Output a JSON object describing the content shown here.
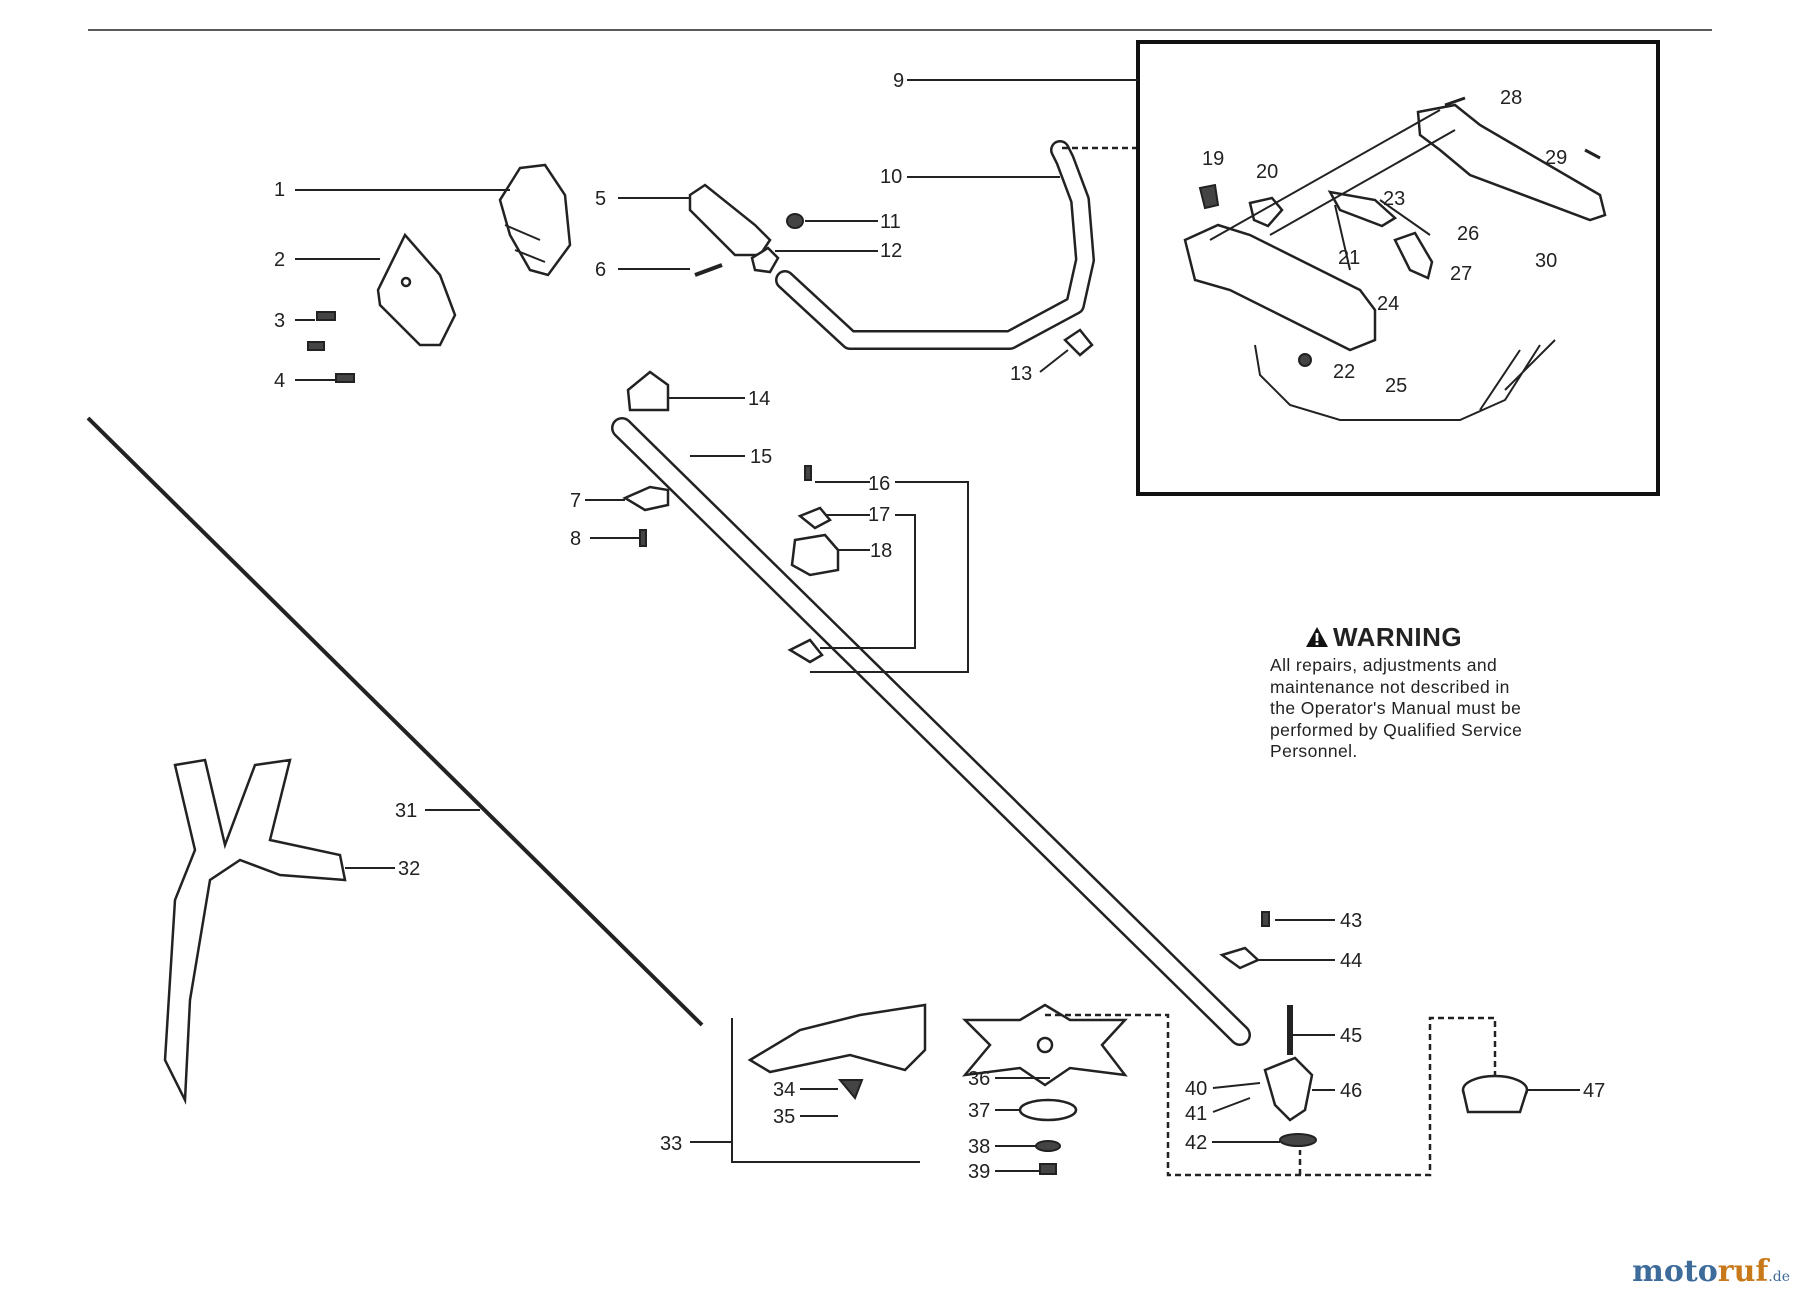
{
  "callouts": [
    "1",
    "2",
    "3",
    "4",
    "5",
    "6",
    "7",
    "8",
    "9",
    "10",
    "11",
    "12",
    "13",
    "14",
    "15",
    "16",
    "17",
    "18",
    "19",
    "20",
    "21",
    "22",
    "23",
    "24",
    "25",
    "26",
    "27",
    "28",
    "29",
    "30",
    "31",
    "32",
    "33",
    "34",
    "35",
    "36",
    "37",
    "38",
    "39",
    "40",
    "41",
    "42",
    "43",
    "44",
    "45",
    "46",
    "47"
  ],
  "warning": {
    "title": "WARNING",
    "body": [
      "All repairs, adjustments and",
      "maintenance not described in",
      "the Operator's Manual must be",
      "performed by Qualified Service",
      "Personnel."
    ]
  },
  "watermark": {
    "main": "moto",
    "accent": "ruf",
    "tld": ".de"
  },
  "colors": {
    "ink": "#222222",
    "watermark_blue": "#3d6b9a",
    "watermark_orange": "#c8791a"
  }
}
